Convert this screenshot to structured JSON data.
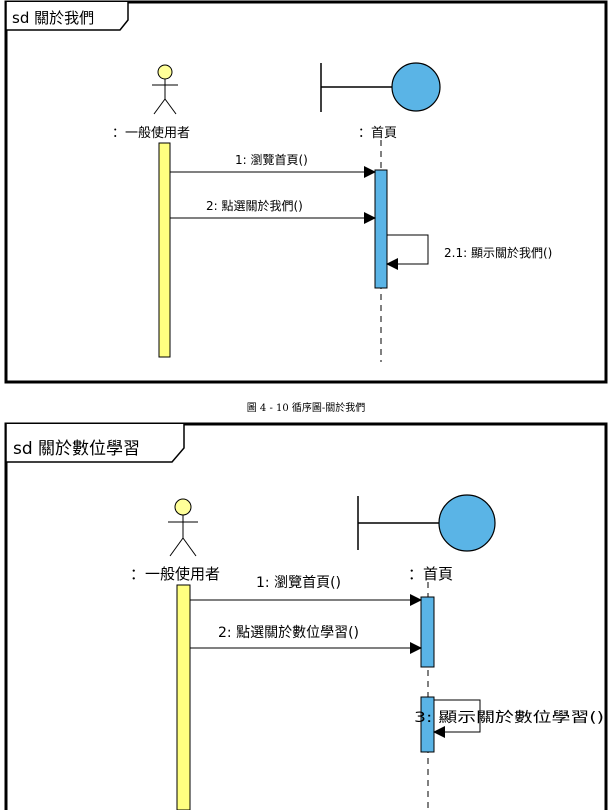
{
  "diagram1": {
    "frame_title": "sd 關於我們",
    "actor_label": "：一般使用者",
    "boundary_label": "：首頁",
    "messages": [
      {
        "label": "1: 瀏覽首頁()"
      },
      {
        "label": "2: 點選關於我們()"
      },
      {
        "label": "2.1: 顯示關於我們()"
      }
    ]
  },
  "caption": "圖 4 - 10 循序圖-關於我們",
  "diagram2": {
    "frame_title": "sd 關於數位學習",
    "actor_label": "：一般使用者",
    "boundary_label": "：首頁",
    "messages": [
      {
        "label": "1: 瀏覽首頁()"
      },
      {
        "label": "2: 點選關於數位學習()"
      },
      {
        "label": "3: 顯示關於數位學習()"
      }
    ]
  },
  "colors": {
    "actor_fill": "#ffff99",
    "activation_actor": "#ffff80",
    "activation_boundary": "#5ab4e6",
    "boundary_fill": "#5ab4e6",
    "frame": "#000000"
  }
}
